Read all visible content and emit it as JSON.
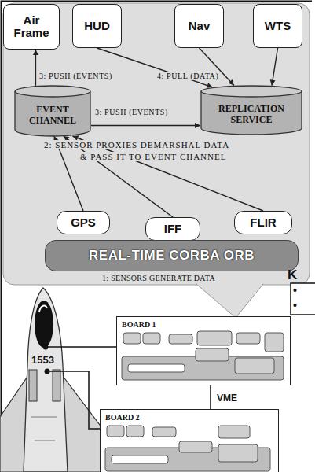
{
  "diagram": {
    "nodes": [
      {
        "text": [
          "Air Frame"
        ]
      },
      {
        "text": [
          "HUD"
        ]
      },
      {
        "text": [
          "Nav"
        ]
      },
      {
        "text": [
          "WTS"
        ]
      },
      {
        "text": [
          "EVENT CHANNEL"
        ]
      },
      {
        "text": [
          "REPLICATION SERVICE"
        ]
      },
      {
        "text": [
          "GPS"
        ]
      },
      {
        "text": [
          "IFF"
        ]
      },
      {
        "text": [
          "FLIR"
        ]
      },
      {
        "text": [
          "REAL-TIME CORBA ORB"
        ]
      },
      {
        "text": [
          "BOARD 1"
        ]
      },
      {
        "text": [
          "BOARD 2"
        ]
      }
    ],
    "edges": [
      {
        "from": 4,
        "to": 0,
        "arrow": "to",
        "label": "3: PUSH (EVENTS)"
      },
      {
        "from": 4,
        "to": 5,
        "arrow": "to",
        "label": "3: PUSH (EVENTS)"
      },
      {
        "from": 1,
        "to": 5,
        "arrow": "to"
      },
      {
        "from": 2,
        "to": 5,
        "arrow": "to"
      },
      {
        "from": 3,
        "to": 5,
        "arrow": "to"
      },
      {
        "from": 6,
        "to": 4,
        "arrow": "to"
      },
      {
        "from": 7,
        "to": 4,
        "arrow": "to"
      },
      {
        "from": 8,
        "to": 4,
        "arrow": "to"
      },
      {
        "from": 10,
        "to": 11,
        "arrow": "none",
        "label": "VME"
      }
    ],
    "labels": [
      "4: PULL (DATA)",
      "2: SENSOR PROXIES DEMARSHAL DATA",
      "& PASS IT TO EVENT CHANNEL",
      "1: SENSORS GENERATE DATA",
      "1553",
      "K",
      "•",
      "•"
    ]
  }
}
